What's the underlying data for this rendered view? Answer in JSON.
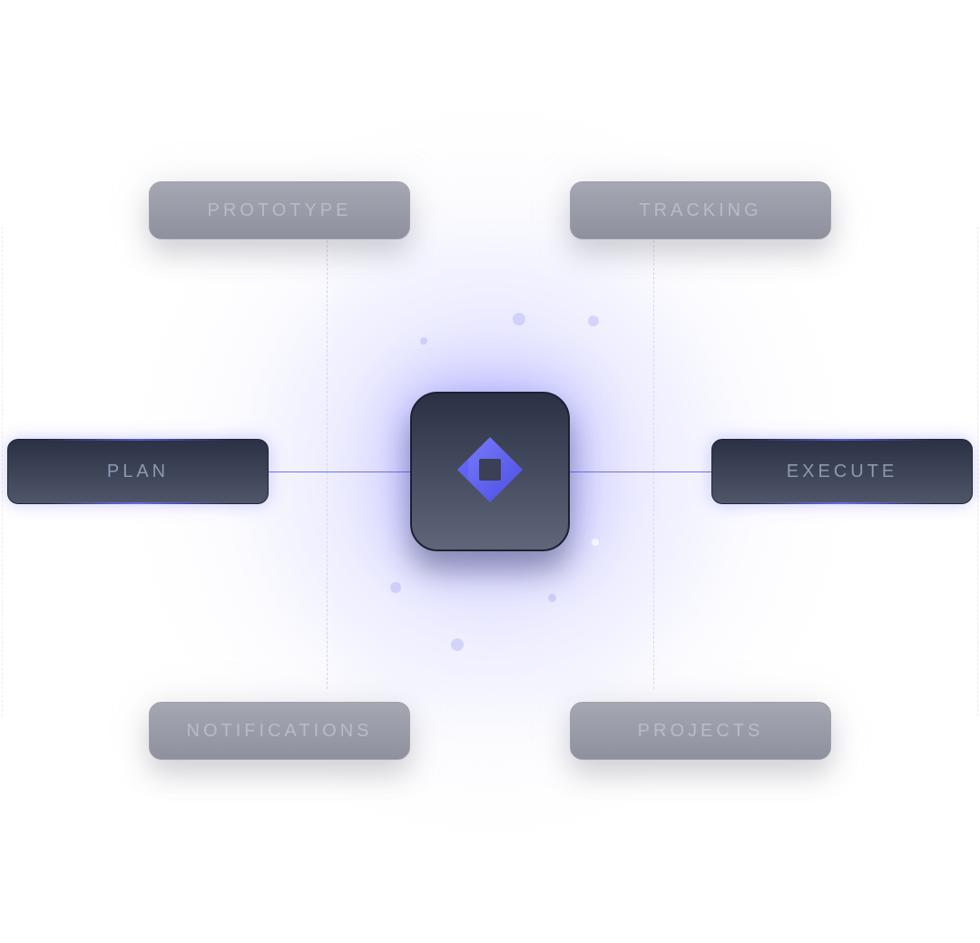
{
  "diagram": {
    "hub": {
      "icon": "brand-logo-icon"
    },
    "nodes": {
      "prototype": "PROTOTYPE",
      "tracking": "TRACKING",
      "plan": "PLAN",
      "execute": "EXECUTE",
      "notifications": "NOTIFICATIONS",
      "projects": "PROJECTS"
    },
    "colors": {
      "accent": "#6366f1",
      "tile_dark": "#2a3144",
      "tile_faded": "#9b9da9"
    }
  }
}
